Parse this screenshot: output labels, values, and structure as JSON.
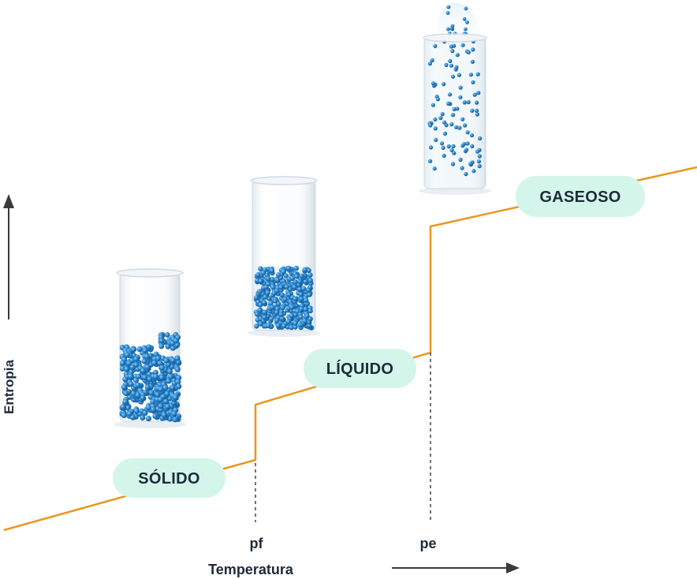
{
  "axes": {
    "y_label": "Entropia",
    "x_label": "Temperatura",
    "melting_point_label": "pf",
    "boiling_point_label": "pe"
  },
  "phases": {
    "solid": "SÓLIDO",
    "liquid": "LÍQUIDO",
    "gas": "GASEOSO"
  },
  "colors": {
    "curve": "#e9961f",
    "phase_badge": "#d4f5ea",
    "axis_arrow": "#3a3a3a",
    "text": "#1c2b3a",
    "particle": "#2a7fc0",
    "dashed_line": "#444444"
  }
}
